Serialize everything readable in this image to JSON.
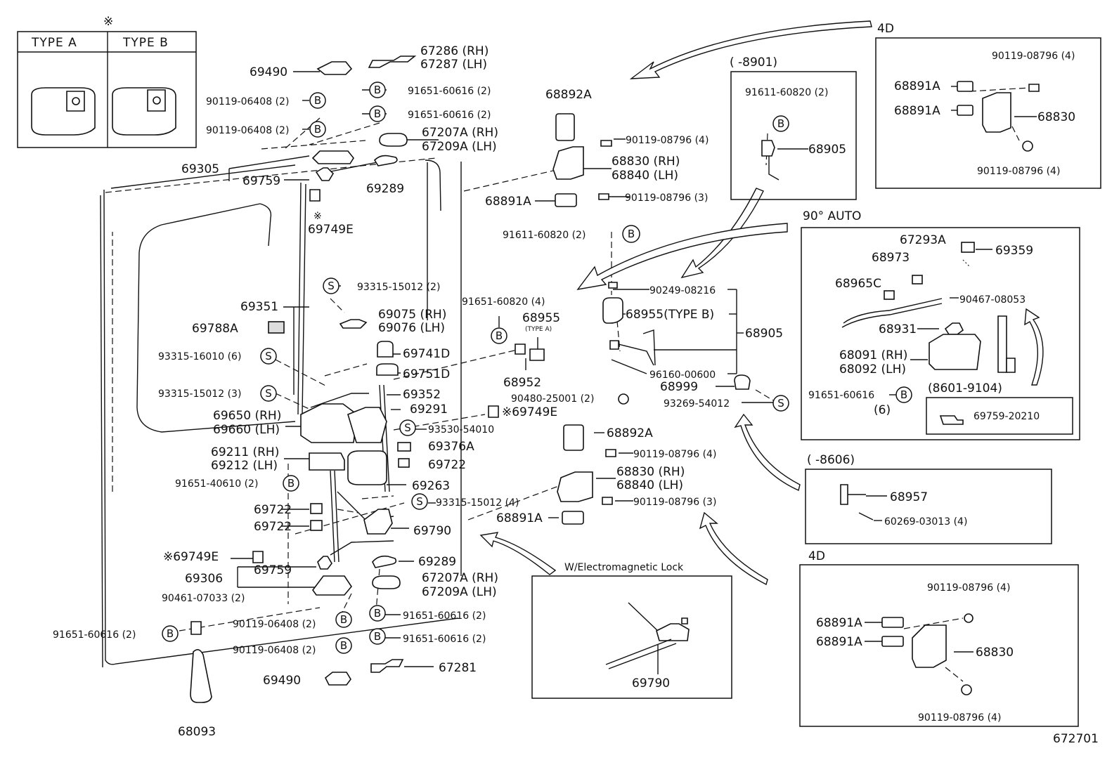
{
  "legend": {
    "mark": "※",
    "type_a": "TYPE A",
    "type_b": "TYPE B"
  },
  "panels": {
    "top_right_4d": {
      "title": "4D"
    },
    "p8901": {
      "title": "(      -8901)"
    },
    "auto90": {
      "title": "90° AUTO",
      "sub_range": "(8601-9104)"
    },
    "p8606": {
      "title": "(      -8606)"
    },
    "bottom_right_4d": {
      "title": "4D"
    },
    "emlock": {
      "title": "W/Electromagnetic Lock"
    }
  },
  "symbols": {
    "bolt": "B",
    "screw": "S"
  },
  "labels": {
    "l1": "69490",
    "l2": "90119-06408 (2)",
    "l3": "90119-06408 (2)",
    "l4": "67286 (RH)",
    "l5": "67287 (LH)",
    "l6": "91651-60616 (2)",
    "l7": "91651-60616 (2)",
    "l8": "67207A (RH)",
    "l9": "67209A (LH)",
    "l10": "69305",
    "l11": "69759",
    "l12": "69289",
    "l13": "※",
    "l14": "69749E",
    "l15": "69351",
    "l16": "69788A",
    "l17": "93315-16010 (6)",
    "l18": "93315-15012 (3)",
    "l19": "69650 (RH)",
    "l20": "69660 (LH)",
    "l21": "69211 (RH)",
    "l22": "69212 (LH)",
    "l23": "91651-40610 (2)",
    "l24": "69722",
    "l25": "69722",
    "l26": "※69749E",
    "l27": "69306",
    "l28": "69759",
    "l29": "90461-07033 (2)",
    "l30": "91651-60616 (2)",
    "l31": "90119-06408 (2)",
    "l32": "90119-06408 (2)",
    "l33": "69490",
    "l34": "68093",
    "l35": "93315-15012 (2)",
    "l36": "69075 (RH)",
    "l37": "69076 (LH)",
    "l38": "69741D",
    "l39": "69751D",
    "l40": "69352",
    "l41": "69291",
    "l42": "93530-54010",
    "l43": "69376A",
    "l44": "69722",
    "l45": "69263",
    "l46": "93315-15012 (4)",
    "l47": "69790",
    "l48": "69289",
    "l49": "67207A (RH)",
    "l50": "67209A (LH)",
    "l51": "91651-60616 (2)",
    "l52": "91651-60616 (2)",
    "l53": "67281",
    "l54": "91651-60820 (4)",
    "l55": "68955",
    "l56": "(TYPE A)",
    "l57": "68952",
    "l58": "90480-25001 (2)",
    "l59": "※69749E",
    "l60": "68892A",
    "l61": "90119-08796 (4)",
    "l62": "68830 (RH)",
    "l63": "68840 (LH)",
    "l64": "68891A",
    "l65": "90119-08796 (3)",
    "l66": "91611-60820 (2)",
    "l67": "90249-08216",
    "l68": "68955(TYPE B)",
    "l69": "68905",
    "l70": "96160-00600",
    "l71": "68999",
    "l72": "93269-54012",
    "l73": "68892A",
    "l74": "90119-08796 (4)",
    "l75": "68830 (RH)",
    "l76": "68840 (LH)",
    "l77": "90119-08796 (3)",
    "l78": "68891A",
    "l79": "91611-60820 (2)",
    "l80": "68905",
    "l81": "90119-08796 (4)",
    "l82": "68891A",
    "l83": "68891A",
    "l84": "68830",
    "l85": "90119-08796 (4)",
    "l86": "67293A",
    "l87": "69359",
    "l88": "68973",
    "l89": "68965C",
    "l90": "90467-08053",
    "l91": "68931",
    "l92": "68091 (RH)",
    "l93": "68092 (LH)",
    "l94": "91651-60616",
    "l95": "(6)",
    "l96": "69759-20210",
    "l97": "68957",
    "l98": "60269-03013 (4)",
    "l99": "90119-08796 (4)",
    "l100": "68891A",
    "l101": "68891A",
    "l102": "68830",
    "l103": "90119-08796 (4)",
    "l104": "69790",
    "l105": "672701"
  }
}
